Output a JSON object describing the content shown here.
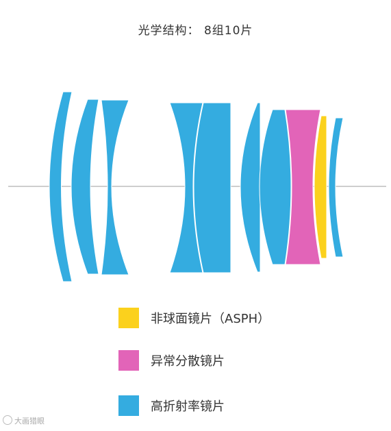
{
  "title": "光学结构： 8组10片",
  "colors": {
    "high_index": "#34ace0",
    "anomalous_dispersion": "#e264b8",
    "aspherical": "#fbd11d",
    "axis": "#bdbdbd",
    "gap": "#ffffff"
  },
  "legend": [
    {
      "label": "非球面镜片（ASPH）",
      "color": "#fbd11d"
    },
    {
      "label": "异常分散镜片",
      "color": "#e264b8"
    },
    {
      "label": "高折射率镜片",
      "color": "#34ace0"
    }
  ],
  "watermark": "大画猎眼"
}
